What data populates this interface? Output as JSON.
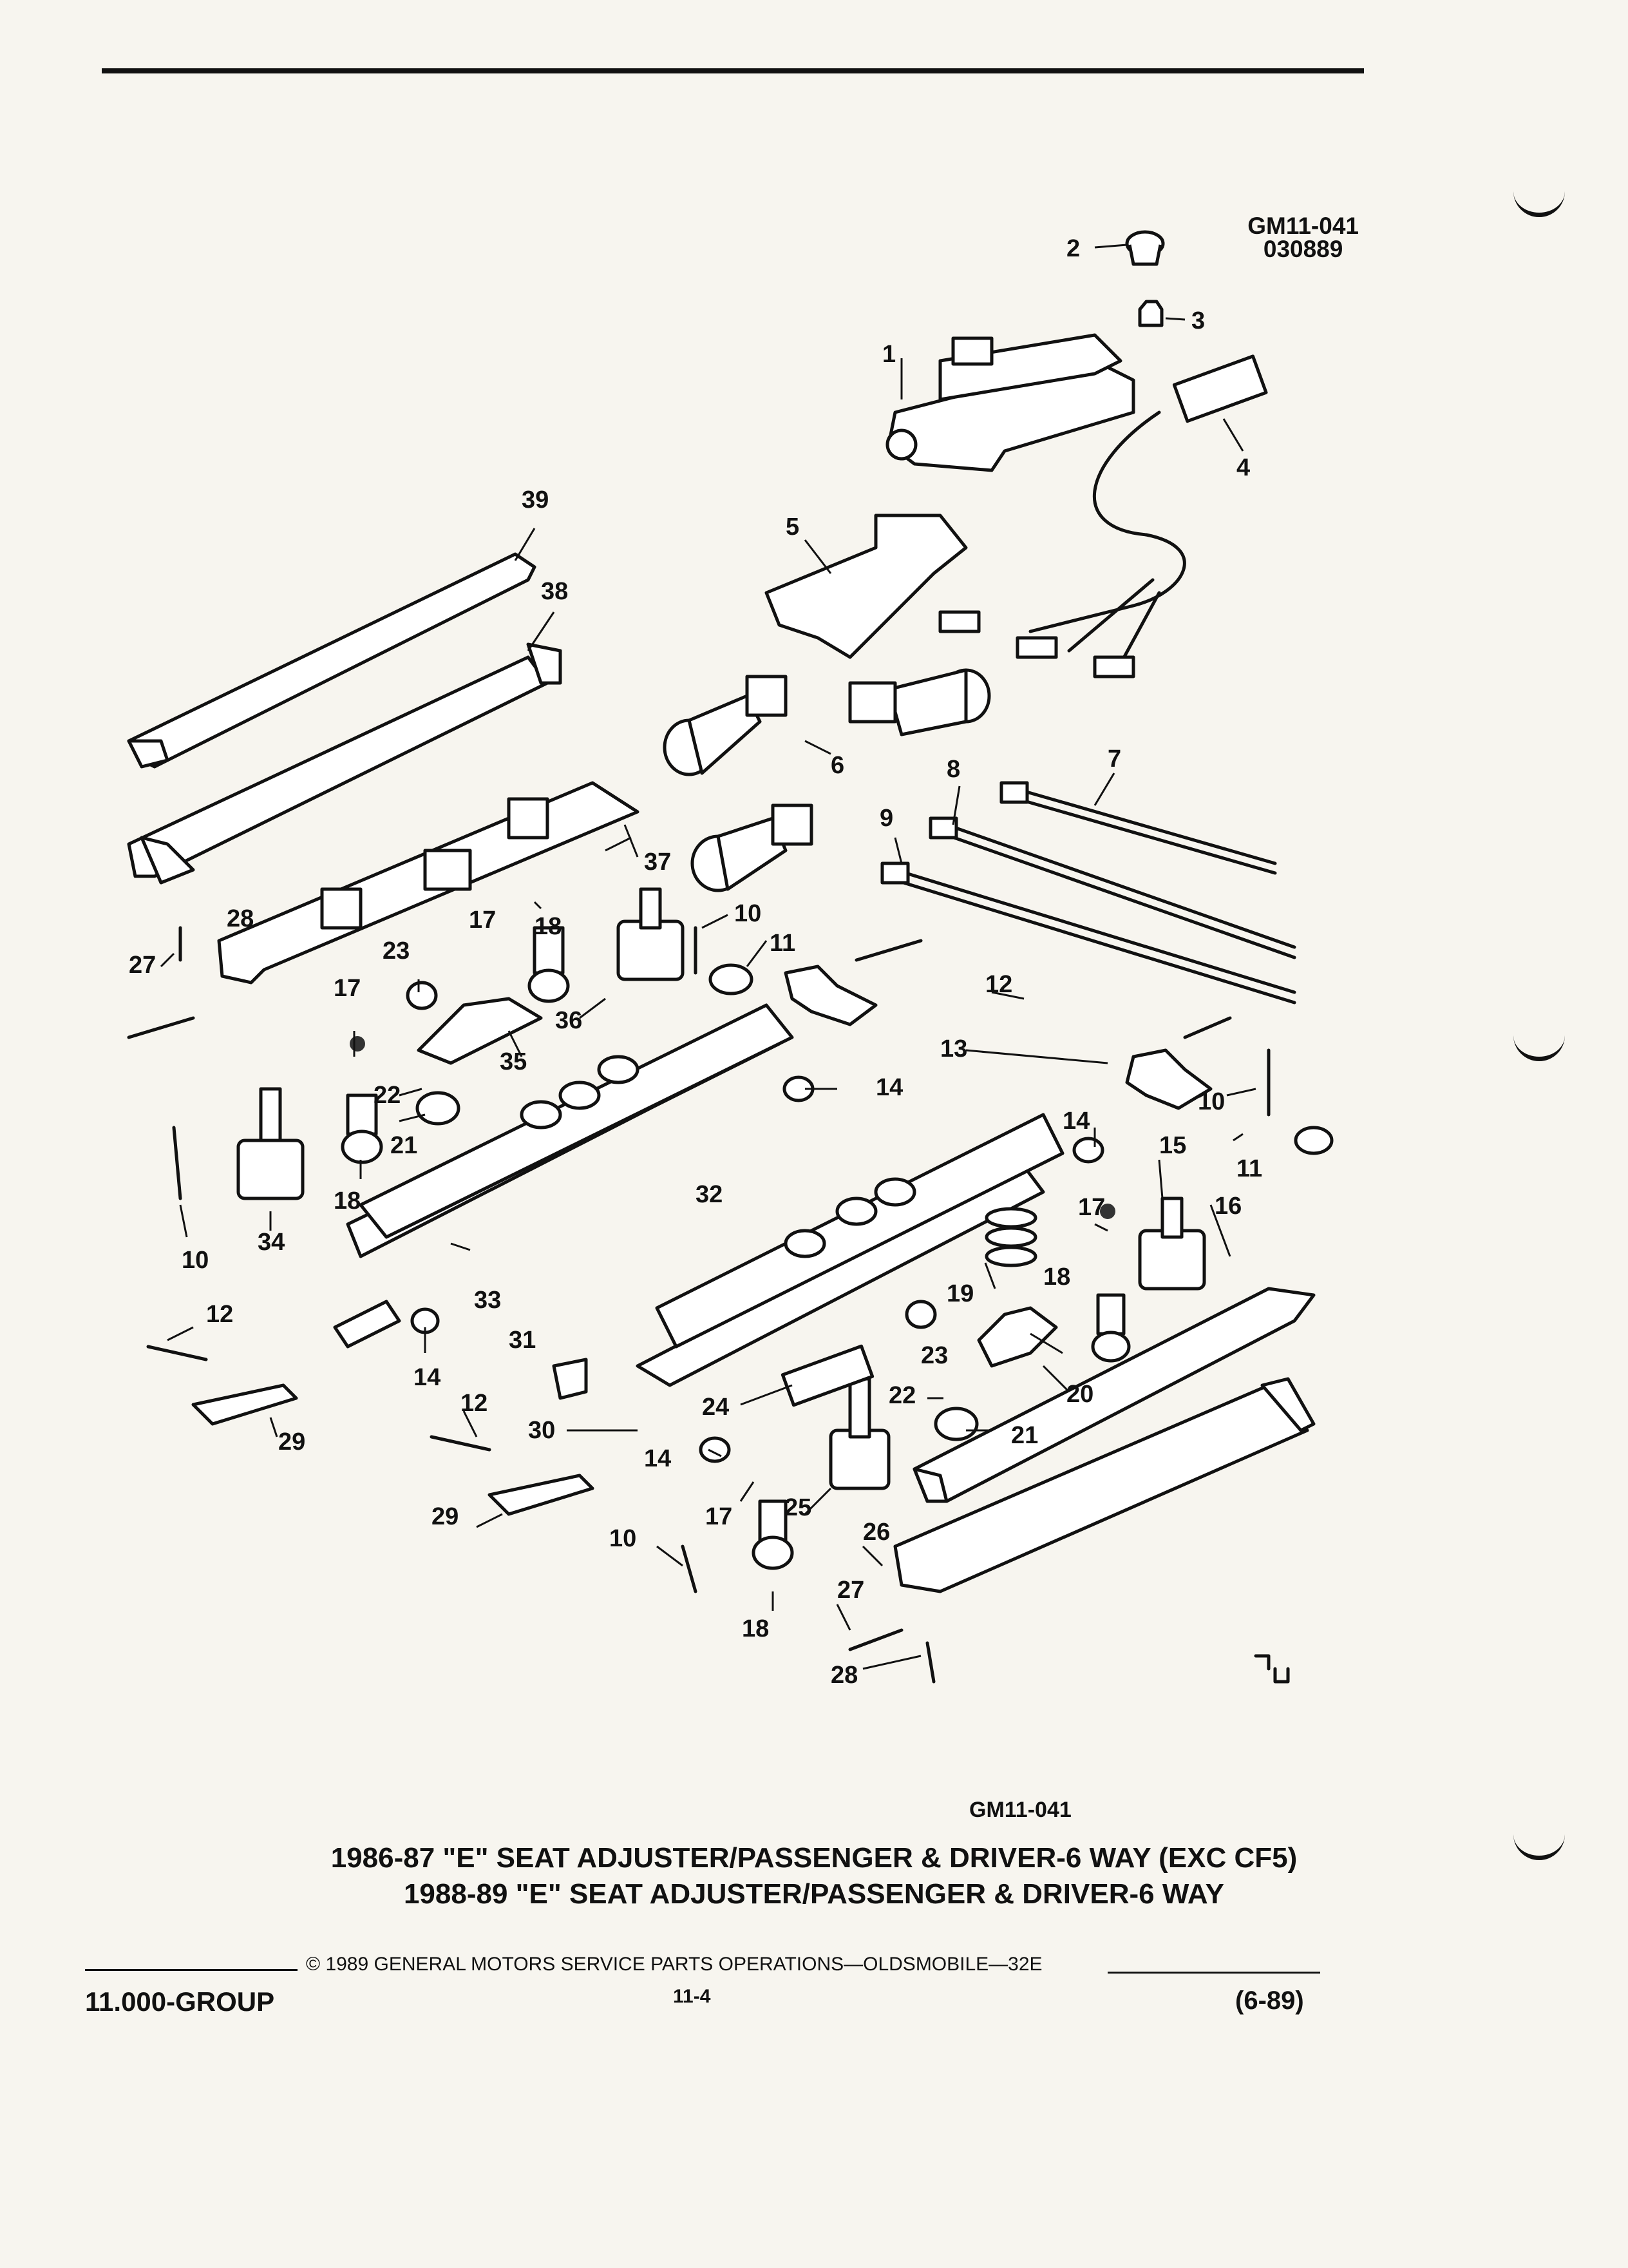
{
  "figure_ref": {
    "line1": "GM11-041",
    "line2": "030889"
  },
  "callouts": [
    "1",
    "2",
    "3",
    "4",
    "5",
    "6",
    "7",
    "8",
    "9",
    "10",
    "11",
    "12",
    "13",
    "14",
    "15",
    "16",
    "17",
    "18",
    "19",
    "20",
    "21",
    "22",
    "23",
    "24",
    "25",
    "26",
    "27",
    "28",
    "29",
    "30",
    "31",
    "32",
    "33",
    "34",
    "35",
    "36",
    "37",
    "38",
    "39"
  ],
  "caption": {
    "figure_id": "GM11-041",
    "line1": "1986-87 \"E\" SEAT ADJUSTER/PASSENGER & DRIVER-6 WAY (EXC CF5)",
    "line2": "1988-89 \"E\" SEAT ADJUSTER/PASSENGER & DRIVER-6 WAY"
  },
  "footer": {
    "group": "11.000-GROUP",
    "copyright": "© 1989 GENERAL MOTORS SERVICE PARTS OPERATIONS—OLDSMOBILE—32E",
    "page": "11-4",
    "date": "(6-89)"
  },
  "colors": {
    "ink": "#111111",
    "paper": "#f7f5ef"
  }
}
